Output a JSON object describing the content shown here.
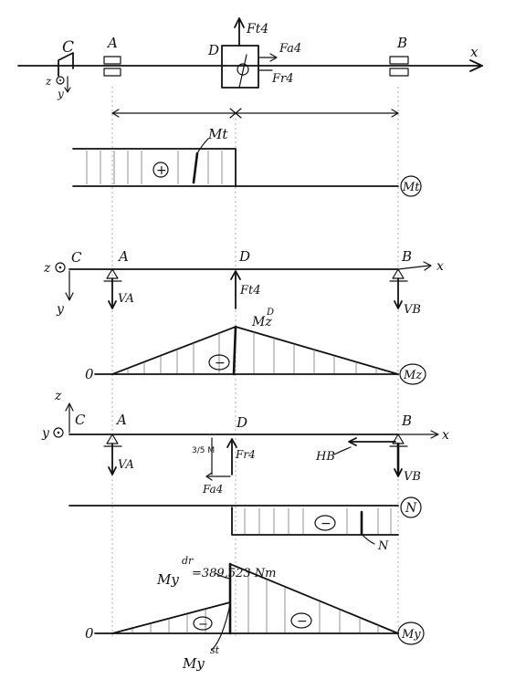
{
  "points": {
    "c": "C",
    "a": "A",
    "d": "D",
    "b": "B",
    "x": "x",
    "y": "y",
    "z": "z"
  },
  "loads": {
    "ft4": "Ft4",
    "fa4": "Fa4",
    "fr4": "Fr4"
  },
  "reactions": {
    "va": "VA",
    "vb": "VB",
    "hb": "HB"
  },
  "diagrams": {
    "torque": "Mt",
    "bending_z": "Mz",
    "normal": "N",
    "bending_y": "My"
  },
  "annotations": {
    "mt_label": "Mt",
    "mz_d": "Mz",
    "mz_d_sup": "D",
    "my_right": "My",
    "my_right_sup": "dr",
    "my_right_value": "=389,523 Nm",
    "my_left": "My",
    "my_left_sup": "st",
    "n_label": "N",
    "zero": "0",
    "dim_marks": "3/5 M"
  },
  "signs": {
    "plus": "+",
    "minus": "−"
  }
}
